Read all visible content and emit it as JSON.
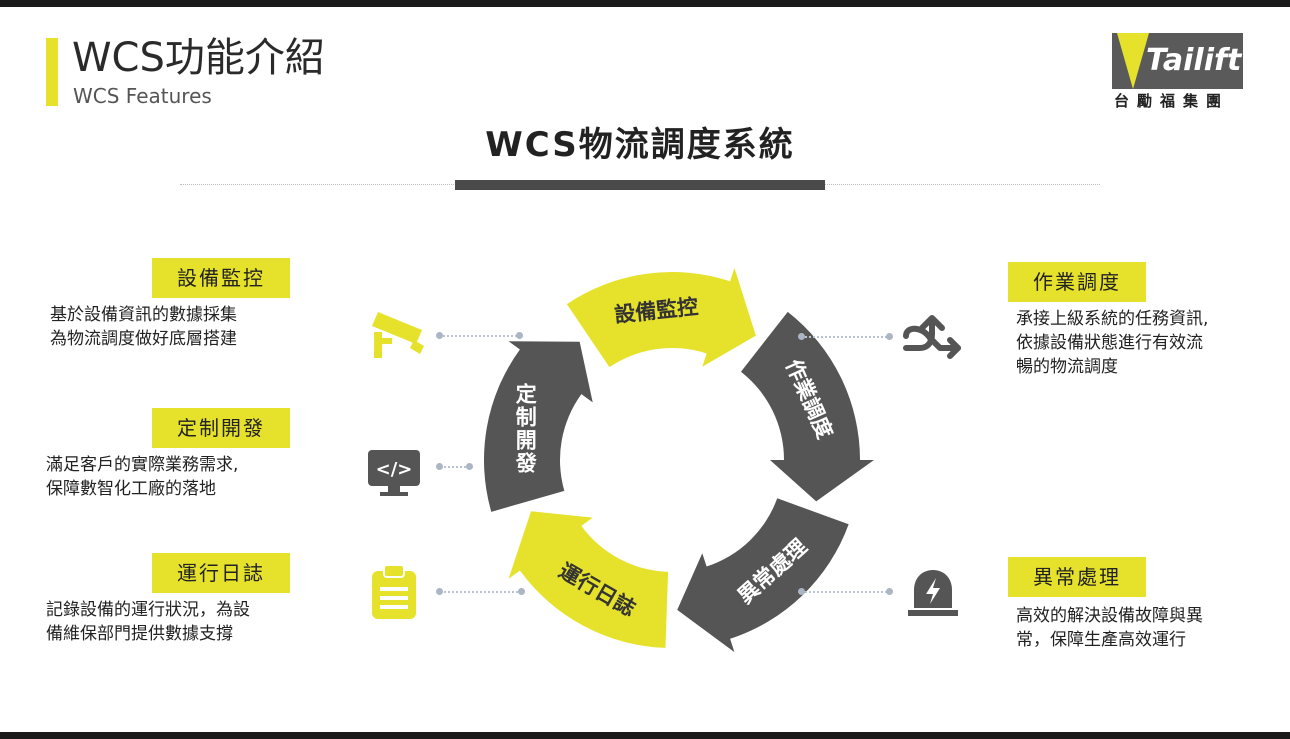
{
  "header": {
    "title": "WCS功能介紹",
    "subtitle": "WCS Features"
  },
  "logo": {
    "wordmark": "Tailift",
    "chinese": "台勵福集團"
  },
  "center_title": "WCS物流調度系統",
  "cycle": {
    "segments": [
      {
        "label": "設備監控",
        "color": "#e6e22b"
      },
      {
        "label": "作業調度",
        "color": "#555555"
      },
      {
        "label": "異常處理",
        "color": "#555555"
      },
      {
        "label": "運行日誌",
        "color": "#e6e22b"
      },
      {
        "label": "定制開發",
        "color": "#555555"
      }
    ]
  },
  "left_features": [
    {
      "title": "設備監控",
      "desc": "基於設備資訊的數據採集\n為物流調度做好底層搭建",
      "icon": "cctv-camera-icon"
    },
    {
      "title": "定制開發",
      "desc": "滿足客戶的實際業務需求,\n保障數智化工廠的落地",
      "icon": "code-monitor-icon"
    },
    {
      "title": "運行日誌",
      "desc": "記錄設備的運行狀況，為設\n備維保部門提供數據支撐",
      "icon": "clipboard-icon"
    }
  ],
  "right_features": [
    {
      "title": "作業調度",
      "desc": "承接上級系統的任務資訊,\n依據設備狀態進行有效流\n暢的物流調度",
      "icon": "split-arrows-icon"
    },
    {
      "title": "異常處理",
      "desc": "高效的解決設備故障與異\n常，保障生產高效運行",
      "icon": "alarm-light-icon"
    }
  ],
  "colors": {
    "accent": "#e6e22b",
    "dark": "#555555",
    "text": "#222222"
  }
}
